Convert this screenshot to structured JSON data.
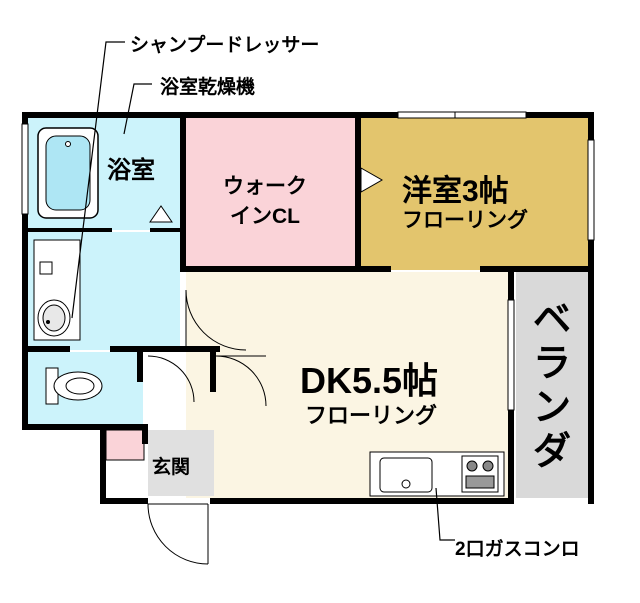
{
  "labels": {
    "shampoo_dresser": "シャンプードレッサー",
    "bath_dryer": "浴室乾燥機",
    "gas_stove": "2口ガスコンロ"
  },
  "rooms": {
    "bath": "浴室",
    "walkin_line1": "ウォーク",
    "walkin_line2": "インCL",
    "western_title": "洋室3帖",
    "western_floor": "フローリング",
    "dk_title": "DK5.5帖",
    "dk_floor": "フローリング",
    "entrance": "玄関",
    "balcony_chars": [
      "ベ",
      "ラ",
      "ン",
      "ダ"
    ]
  },
  "colors": {
    "bath": "#ccf3fb",
    "walkin": "#fad3d8",
    "western": "#e3c56d",
    "dk": "#fbf5e3",
    "balcony": "#d9d9d9",
    "entrance": "#e0e0e0",
    "wall": "#000000"
  }
}
